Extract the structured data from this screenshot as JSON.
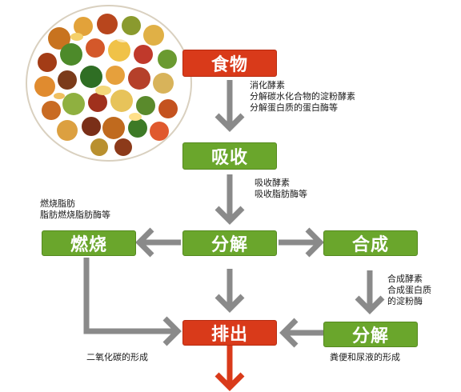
{
  "nodes": {
    "food": "食物",
    "absorb": "吸收",
    "burn": "燃烧",
    "decompose": "分解",
    "synthesize": "合成",
    "decompose2": "分解",
    "excrete": "排出"
  },
  "notes": {
    "digest": [
      "消化酵素",
      "分解碳水化合物的淀粉酵素",
      "分解蛋白质的蛋白酶等"
    ],
    "absorb_enzyme": [
      "吸收酵素",
      "吸收脂肪酶等"
    ],
    "burn_fat": [
      "燃烧脂肪",
      "脂肪燃烧脂肪酶等"
    ],
    "synth_enzyme": [
      "合成酵素",
      "合成蛋白质",
      "的淀粉酶"
    ],
    "co2": "二氧化碳的形成",
    "waste": "粪便和尿液的形成"
  },
  "colors": {
    "red_box": "#d93a1a",
    "green_box": "#6aa62c",
    "arrow_gray": "#8a8a8a",
    "arrow_red": "#d93a1a"
  },
  "icons": {
    "plate": "food-plate-illustration"
  }
}
